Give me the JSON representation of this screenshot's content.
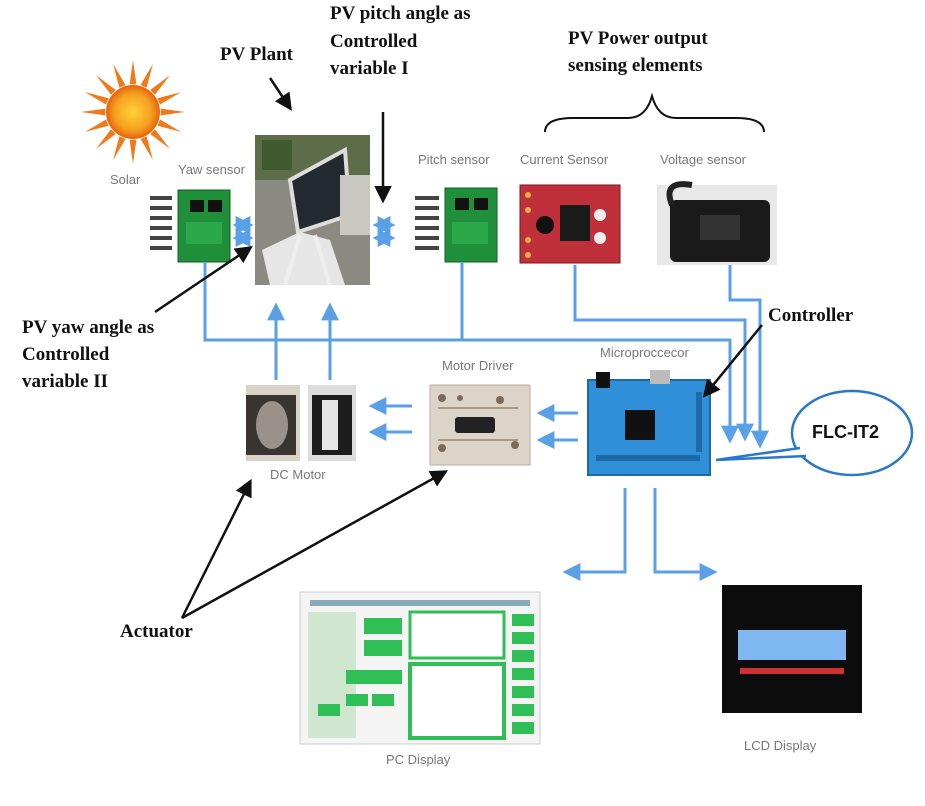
{
  "annotations": {
    "pv_plant": "PV Plant",
    "pitch_line1": "PV pitch angle as",
    "pitch_line2": "Controlled",
    "pitch_line3": "variable I",
    "power_line1": "PV Power output",
    "power_line2": "sensing elements",
    "yaw_line1": "PV yaw angle as",
    "yaw_line2": "Controlled",
    "yaw_line3": "variable II",
    "controller": "Controller",
    "actuator": "Actuator",
    "flc": "FLC-IT2"
  },
  "components": {
    "solar": "Solar",
    "yaw_sensor": "Yaw sensor",
    "pitch_sensor": "Pitch  sensor",
    "current_sensor": "Current Sensor",
    "voltage_sensor": "Voltage sensor",
    "motor_driver": "Motor Driver",
    "microprocessor": "Microproccecor",
    "dc_motor": "DC Motor",
    "pc_display": "PC Display",
    "lcd_display": "LCD Display"
  },
  "colors": {
    "arrow": "#5aa0e6",
    "micro_board": "#2f8fd8",
    "sensor_board": "#1f8f3a",
    "current_board": "#c0303a",
    "sun": "#f28a18"
  }
}
